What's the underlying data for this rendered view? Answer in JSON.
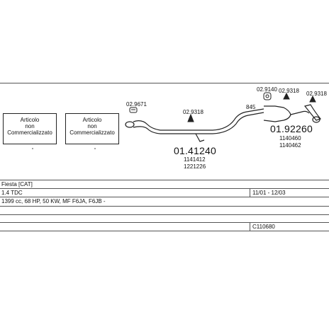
{
  "note_box_left": {
    "line1": "Articolo",
    "line2": "non",
    "line3": "Commercializzato"
  },
  "note_box_right": {
    "line1": "Articolo",
    "line2": "non",
    "line3": "Commercializzato"
  },
  "part_labels": {
    "clamp_left": "02.9671",
    "hanger_mid": "02.9318",
    "mid_ref": "845",
    "clamp_top": "02.9140",
    "hanger_right": "02.9318",
    "hanger_far": "02.9318"
  },
  "part_numbers": {
    "front": {
      "main": "01.41240",
      "alt1": "1141412",
      "alt2": "1221226"
    },
    "rear": {
      "main": "01.92260",
      "alt1": "1140460",
      "alt2": "1140462"
    }
  },
  "vehicle": {
    "model": "Fiesta  [CAT]",
    "engine": "1.4 TDC",
    "years": "11/01 - 12/03",
    "spec": "1399 cc, 68 HP, 50 KW, MF F6JA, F6JB -",
    "catalog": "C110680"
  },
  "colors": {
    "line": "#555555",
    "ink": "#111111"
  }
}
